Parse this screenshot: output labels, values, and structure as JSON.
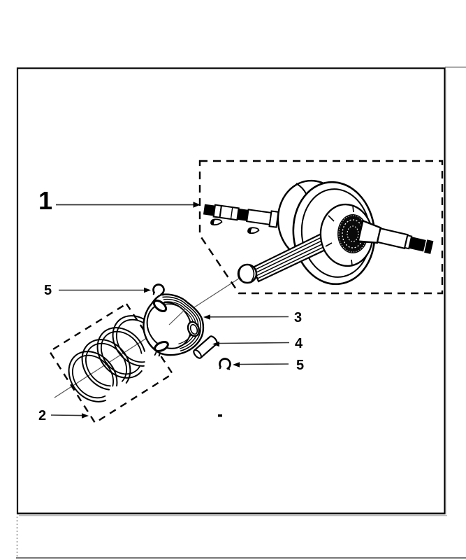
{
  "page": {
    "background": "#ffffff"
  },
  "frame": {
    "border_color": "#000000",
    "shadow_color": "#9a9a9a",
    "table_rule_color": "#777777"
  },
  "diagram": {
    "ink_color": "#000000",
    "leader_color": "#333333",
    "callouts": {
      "c1": "1",
      "c2": "2",
      "c3": "3",
      "c4": "4",
      "c5a": "5",
      "c5b": "5"
    }
  }
}
